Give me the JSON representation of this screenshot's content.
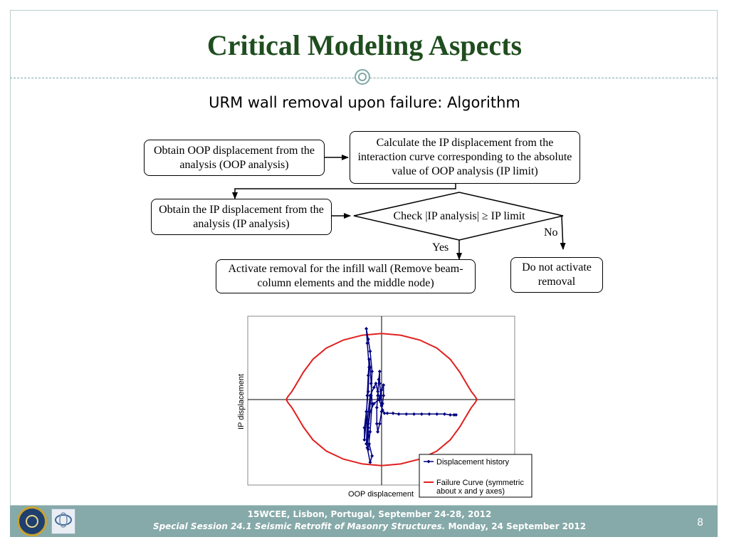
{
  "slide": {
    "title": "Critical Modeling Aspects",
    "subtitle": "URM wall removal upon failure: Algorithm",
    "page_number": "8"
  },
  "flowchart": {
    "box_oop": "Obtain OOP displacement from the analysis (OOP analysis)",
    "box_ip_limit": "Calculate the IP displacement from the interaction curve corresponding to the absolute value of OOP analysis (IP limit)",
    "box_ip_analysis": "Obtain the IP displacement from the analysis (IP analysis)",
    "decision": "Check |IP analysis| ≥ IP limit",
    "label_yes": "Yes",
    "label_no": "No",
    "box_activate": "Activate removal for the infill wall (Remove beam-column elements and the middle node)",
    "box_not_activate": "Do not activate removal"
  },
  "chart_data": {
    "type": "line",
    "xlabel": "OOP displacement",
    "ylabel": "IP displacement",
    "xlim": [
      -1,
      1
    ],
    "ylim": [
      -1,
      1
    ],
    "grid": false,
    "legend_position": "bottom-right",
    "colors": {
      "history": "#000080",
      "failure": "#e02020"
    },
    "series": [
      {
        "name": "Displacement history",
        "marker": "diamond",
        "x": [
          0.0,
          -0.03,
          -0.08,
          -0.12,
          -0.14,
          -0.13,
          -0.1,
          -0.12,
          -0.15,
          -0.14,
          -0.11,
          -0.1,
          -0.12,
          -0.14,
          -0.16,
          -0.15,
          -0.13,
          -0.14,
          -0.16,
          -0.18,
          -0.18,
          -0.16,
          -0.15,
          -0.14,
          -0.13,
          -0.12,
          -0.11,
          -0.1,
          -0.12,
          -0.14,
          -0.16,
          -0.15,
          -0.12,
          -0.08,
          -0.06,
          -0.04,
          -0.02,
          0.0,
          0.02,
          0.02,
          0.01,
          0.0,
          -0.02,
          -0.04,
          -0.05,
          -0.05,
          -0.04,
          -0.03,
          -0.02,
          -0.02,
          -0.01,
          0.0,
          0.01,
          0.03,
          0.06,
          0.12,
          0.18,
          0.26,
          0.34,
          0.42,
          0.5,
          0.58,
          0.66,
          0.72,
          0.76,
          0.78
        ],
        "y": [
          -0.08,
          0.0,
          -0.05,
          -0.15,
          -0.35,
          -0.55,
          -0.7,
          -0.78,
          -0.6,
          -0.3,
          0.05,
          0.35,
          0.6,
          0.75,
          0.88,
          0.7,
          0.4,
          0.1,
          -0.15,
          -0.35,
          -0.5,
          -0.25,
          0.05,
          0.3,
          0.5,
          0.4,
          0.2,
          -0.05,
          -0.4,
          -0.62,
          -0.55,
          -0.25,
          0.05,
          0.15,
          0.2,
          0.1,
          0.0,
          0.12,
          0.18,
          0.05,
          -0.05,
          -0.15,
          -0.3,
          -0.4,
          -0.3,
          -0.1,
          0.05,
          0.25,
          0.35,
          0.2,
          0.05,
          -0.07,
          -0.13,
          -0.17,
          -0.17,
          -0.17,
          -0.18,
          -0.18,
          -0.18,
          -0.18,
          -0.18,
          -0.18,
          -0.18,
          -0.19,
          -0.19,
          -0.19
        ]
      },
      {
        "name": "Failure Curve (symmetric about x and y axes)",
        "marker": "none",
        "x": [
          0.0,
          0.2,
          0.4,
          0.58,
          0.72,
          0.82,
          0.86,
          0.9,
          0.94,
          0.98,
          1.0,
          0.98,
          0.94,
          0.9,
          0.86,
          0.82,
          0.72,
          0.58,
          0.4,
          0.2,
          0.0,
          -0.2,
          -0.4,
          -0.58,
          -0.72,
          -0.82,
          -0.86,
          -0.9,
          -0.94,
          -0.98,
          -1.0,
          -0.98,
          -0.94,
          -0.9,
          -0.86,
          -0.82,
          -0.72,
          -0.58,
          -0.4,
          -0.2,
          0.0
        ],
        "y": [
          0.82,
          0.8,
          0.74,
          0.64,
          0.5,
          0.34,
          0.26,
          0.18,
          0.1,
          0.04,
          0.0,
          -0.04,
          -0.1,
          -0.18,
          -0.26,
          -0.34,
          -0.5,
          -0.64,
          -0.74,
          -0.8,
          -0.82,
          -0.8,
          -0.74,
          -0.64,
          -0.5,
          -0.34,
          -0.26,
          -0.18,
          -0.1,
          -0.04,
          0.0,
          0.04,
          0.1,
          0.18,
          0.26,
          0.34,
          0.5,
          0.64,
          0.74,
          0.8,
          0.82
        ]
      }
    ]
  },
  "footer": {
    "line1": "15WCEE, Lisbon, Portugal, September 24-28, 2012",
    "line2_italic": "Special Session 24.1 Seismic Retrofit of Masonry Structures.",
    "line2_plain": " Monday, 24 September 2012"
  }
}
